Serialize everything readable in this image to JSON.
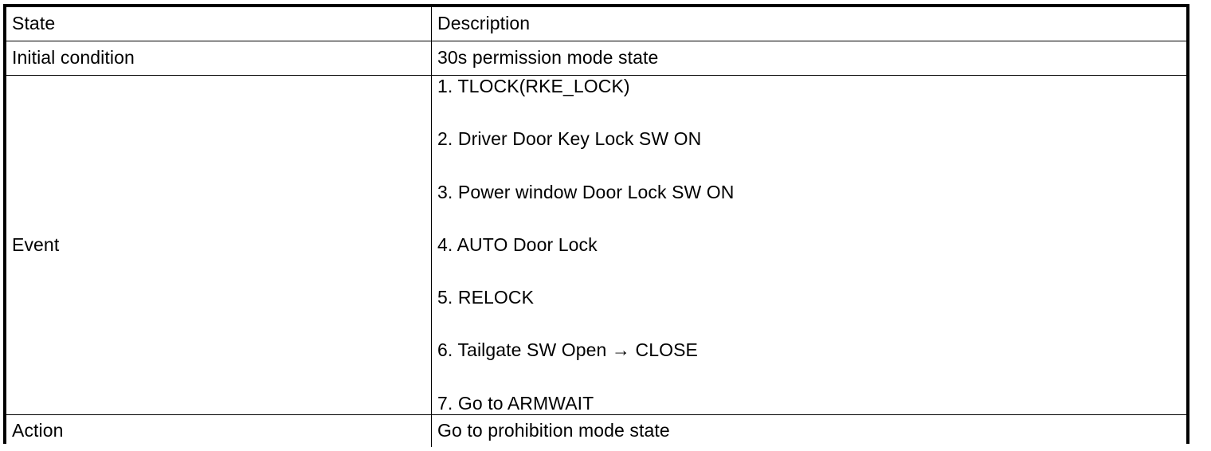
{
  "table": {
    "columns": [
      {
        "key": "state",
        "header": "State"
      },
      {
        "key": "description",
        "header": "Description"
      }
    ],
    "rows": [
      {
        "state": "Initial condition",
        "description": "30s permission mode state"
      },
      {
        "state": "Event",
        "events": [
          "1. TLOCK(RKE_LOCK)",
          "2. Driver Door Key Lock SW ON",
          "3. Power window Door Lock SW ON",
          "4. AUTO Door Lock",
          "5. RELOCK",
          "6. Tailgate SW Open → CLOSE",
          "7. Go to ARMWAIT"
        ]
      },
      {
        "state": "Action",
        "description": "Go to prohibition mode state"
      }
    ]
  },
  "style": {
    "border_color": "#000000",
    "text_color": "#000000",
    "background": "#ffffff"
  }
}
